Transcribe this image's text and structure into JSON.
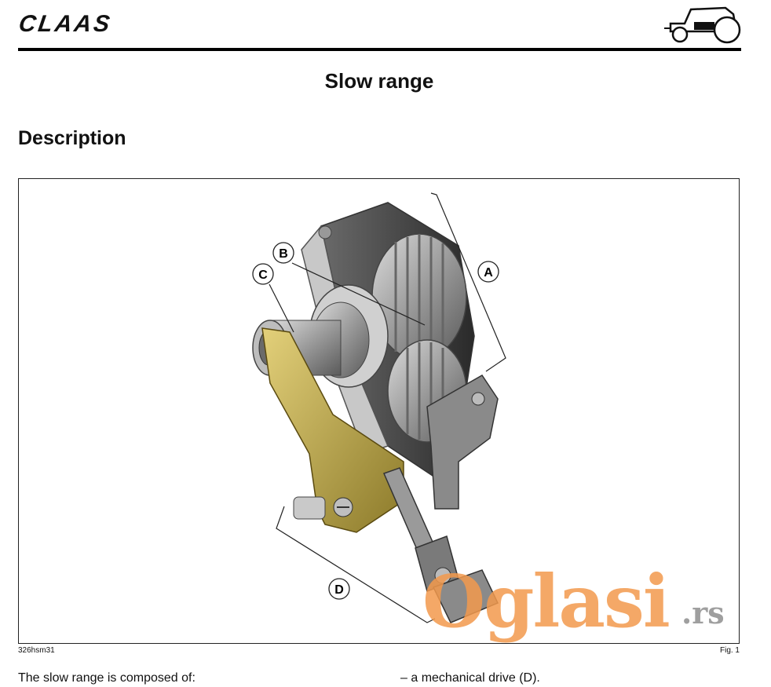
{
  "header": {
    "logo_text": "CLAAS",
    "icon": "tractor-icon"
  },
  "page": {
    "title": "Slow range",
    "section_heading": "Description"
  },
  "figure": {
    "callouts": [
      "A",
      "B",
      "C",
      "D"
    ],
    "code": "326hsm31",
    "number": "Fig. 1"
  },
  "body": {
    "left_text": "The slow range is composed of:",
    "right_text": "– a mechanical drive (D)."
  },
  "watermark": {
    "main": "Oglasi",
    "suffix": ".rs"
  },
  "colors": {
    "rule": "#000000",
    "yoke_gold": "#c9b24a",
    "gear_metal": "#b8b8b8",
    "watermark_orange": "#f39a4d"
  }
}
